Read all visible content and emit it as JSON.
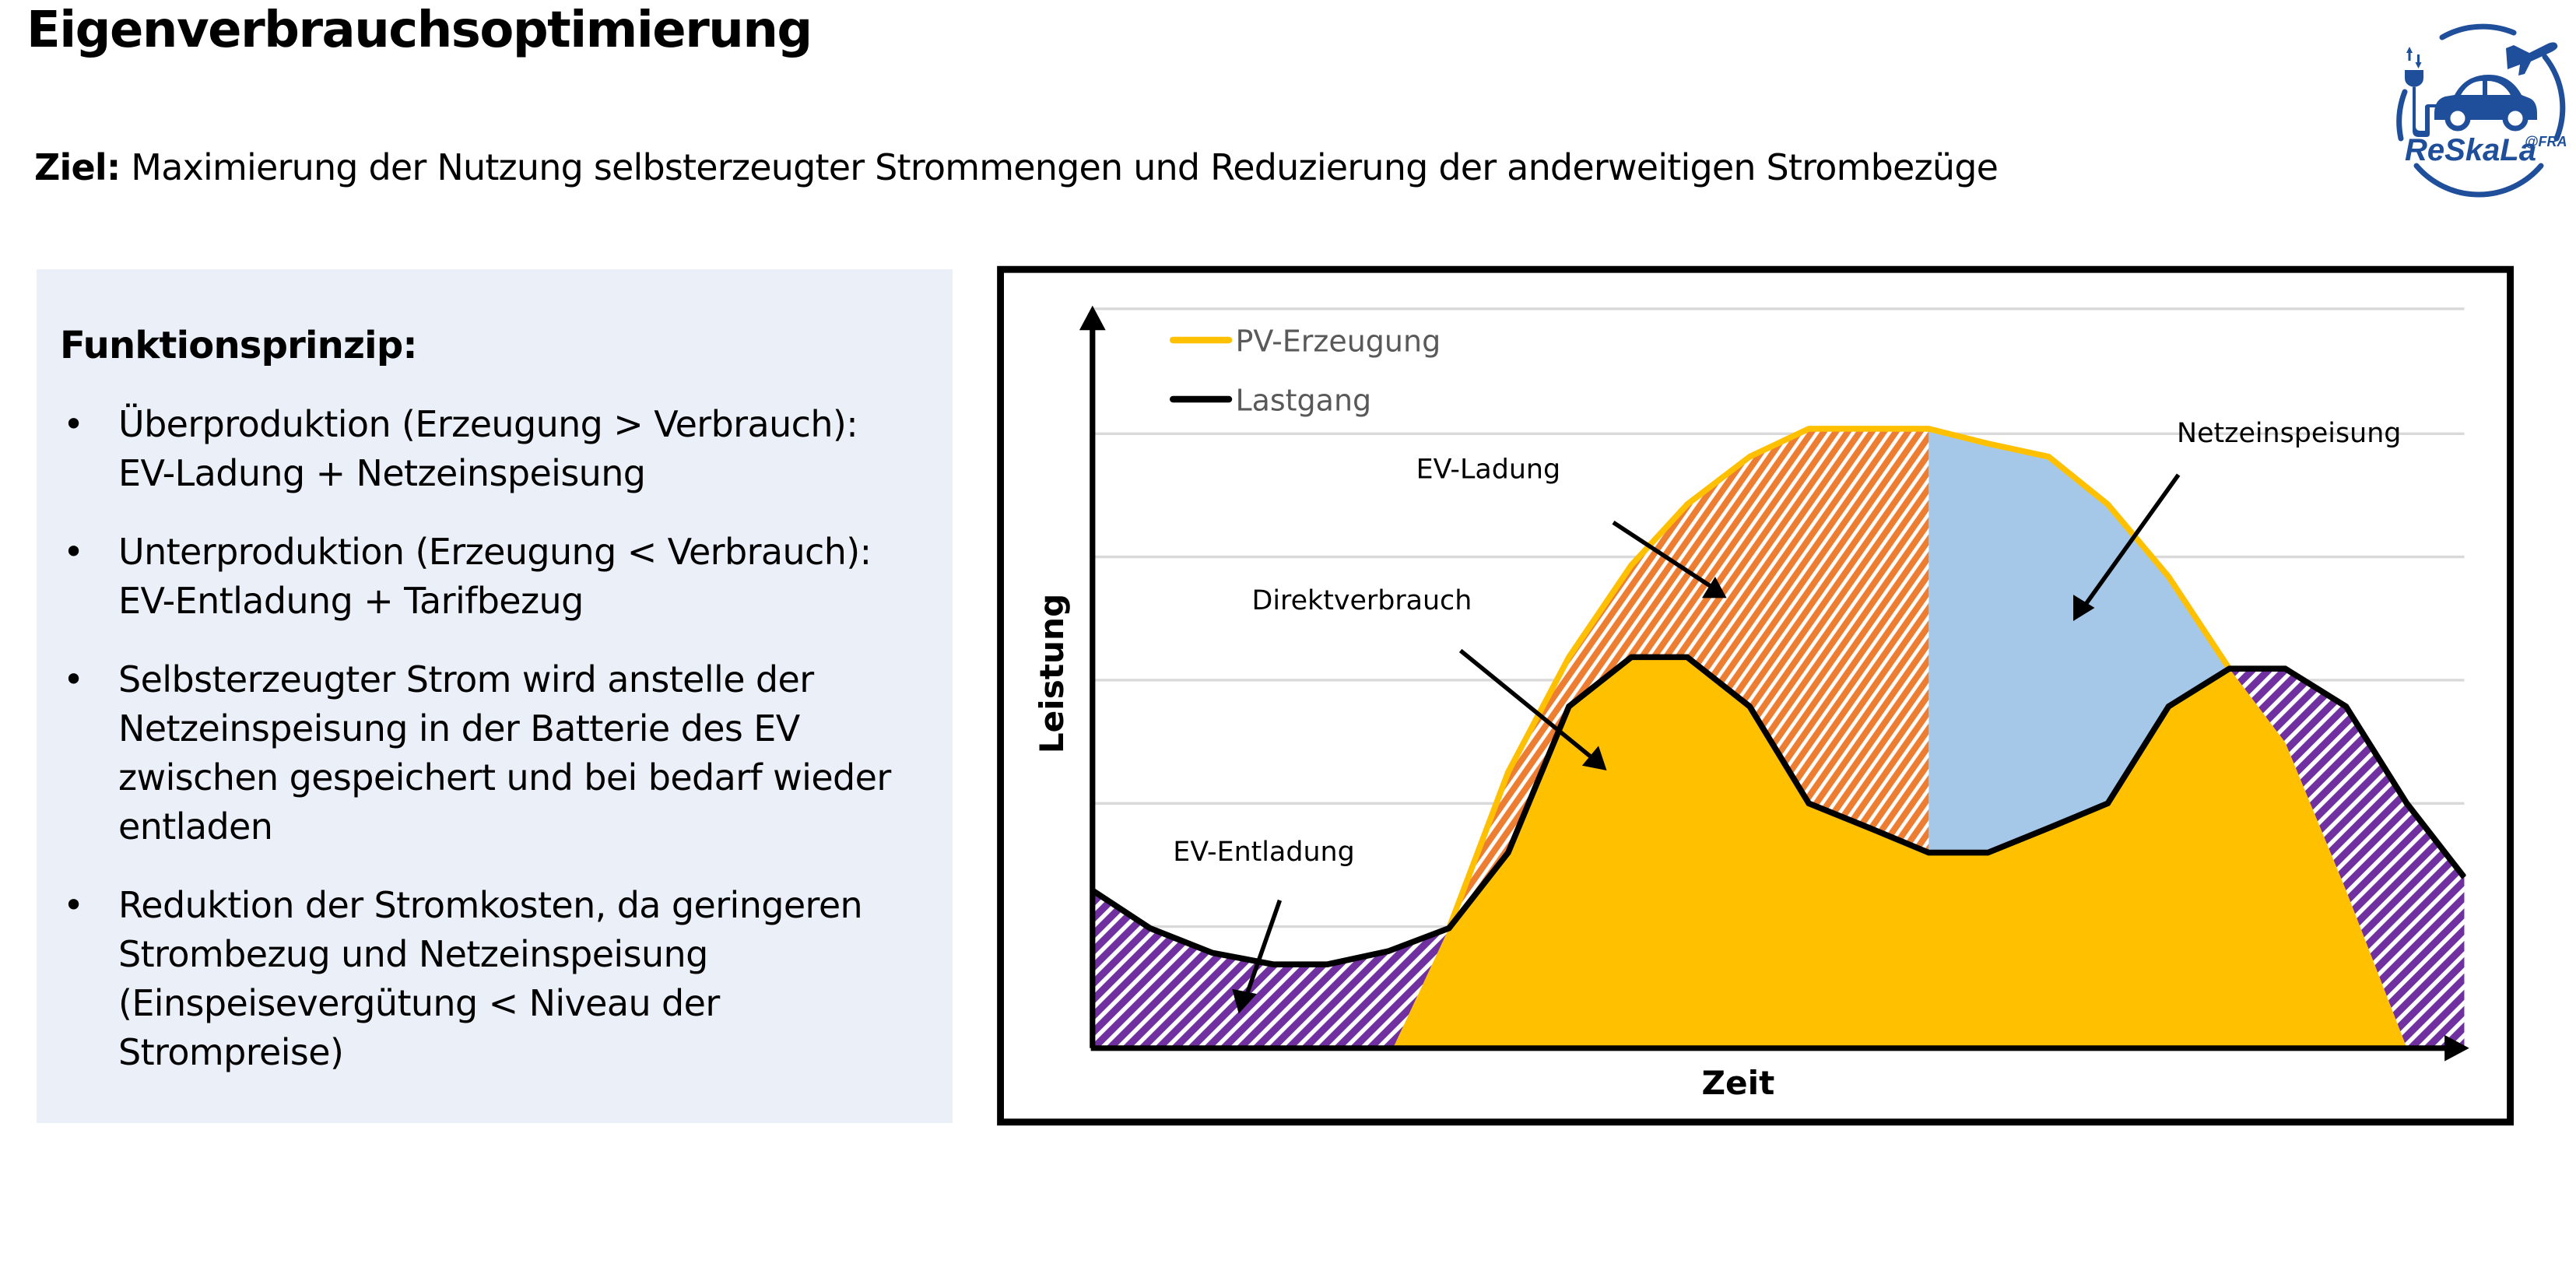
{
  "header": {
    "title": "Eigenverbrauchsoptimierung",
    "subtitle_label": "Ziel:",
    "subtitle_text": " Maximierung der Nutzung selbsterzeugter Strommengen und Reduzierung der anderweitigen Strombezüge"
  },
  "logo": {
    "name": "ReSkaLa",
    "suffix": "@FRA",
    "icons": [
      "plug-icon",
      "car-icon",
      "airplane-icon"
    ],
    "color": "#1F4E9A"
  },
  "panel": {
    "heading": "Funktionsprinzip:",
    "bullet_glyph": "•",
    "items": [
      {
        "line1": "Überproduktion (Erzeugung > Verbrauch):",
        "line2": "EV-Ladung + Netzeinspeisung"
      },
      {
        "line1": "Unterproduktion (Erzeugung < Verbrauch):",
        "line2": "EV-Entladung + Tarifbezug"
      },
      {
        "line1": "Selbsterzeugter Strom wird anstelle der",
        "line2": "Netzeinspeisung in der Batterie des EV",
        "line3": "zwischen gespeichert und bei bedarf wieder",
        "line4": "entladen"
      },
      {
        "line1": "Reduktion der Stromkosten, da geringeren",
        "line2": "Strombezug und Netzeinspeisung",
        "line3": "(Einspeisevergütung < Niveau der",
        "line4": "Strompreise)"
      }
    ],
    "background": "#EAEFF8"
  },
  "chart_data": {
    "type": "area",
    "title": "",
    "xlabel": "Zeit",
    "ylabel": "Leistung",
    "grid": true,
    "legend_position": "top-left",
    "legend": [
      {
        "name": "PV-Erzeugung",
        "color": "#FFC000"
      },
      {
        "name": "Lastgang",
        "color": "#000000"
      }
    ],
    "x": [
      0,
      1,
      2,
      3,
      4,
      5,
      6,
      7,
      8,
      9,
      10,
      11,
      12,
      13,
      14,
      15,
      16,
      17,
      18,
      19,
      20,
      21,
      22,
      23
    ],
    "series": [
      {
        "name": "Lastgang",
        "color": "#000000",
        "values": [
          1.3,
          1.0,
          0.8,
          0.7,
          0.7,
          0.8,
          1.0,
          1.6,
          2.8,
          3.2,
          3.2,
          2.8,
          2.0,
          1.8,
          1.6,
          1.6,
          1.8,
          2.0,
          2.8,
          3.1,
          3.1,
          2.8,
          2.0,
          1.4
        ]
      },
      {
        "name": "PV-Erzeugung",
        "color": "#FFC000",
        "values": [
          0,
          0,
          0,
          0,
          0,
          0.1,
          1.0,
          2.2,
          3.2,
          3.9,
          4.4,
          4.8,
          5.0,
          5.0,
          5.0,
          4.9,
          4.8,
          4.4,
          3.8,
          3.1,
          2.5,
          1.3,
          0.0,
          0
        ]
      }
    ],
    "regions": [
      {
        "name": "Direktverbrauch",
        "color": "#FFC000",
        "pattern": "solid"
      },
      {
        "name": "EV-Ladung",
        "color": "#ED7D31",
        "pattern": "hatched"
      },
      {
        "name": "Netzeinspeisung",
        "color": "#A6C8E8",
        "pattern": "solid"
      },
      {
        "name": "EV-Entladung",
        "color": "#7030A0",
        "pattern": "hatched"
      }
    ],
    "annotations": [
      "EV-Ladung",
      "Direktverbrauch",
      "Netzeinspeisung",
      "EV-Entladung"
    ],
    "ylim": [
      0,
      6
    ],
    "gridlines": 6
  }
}
